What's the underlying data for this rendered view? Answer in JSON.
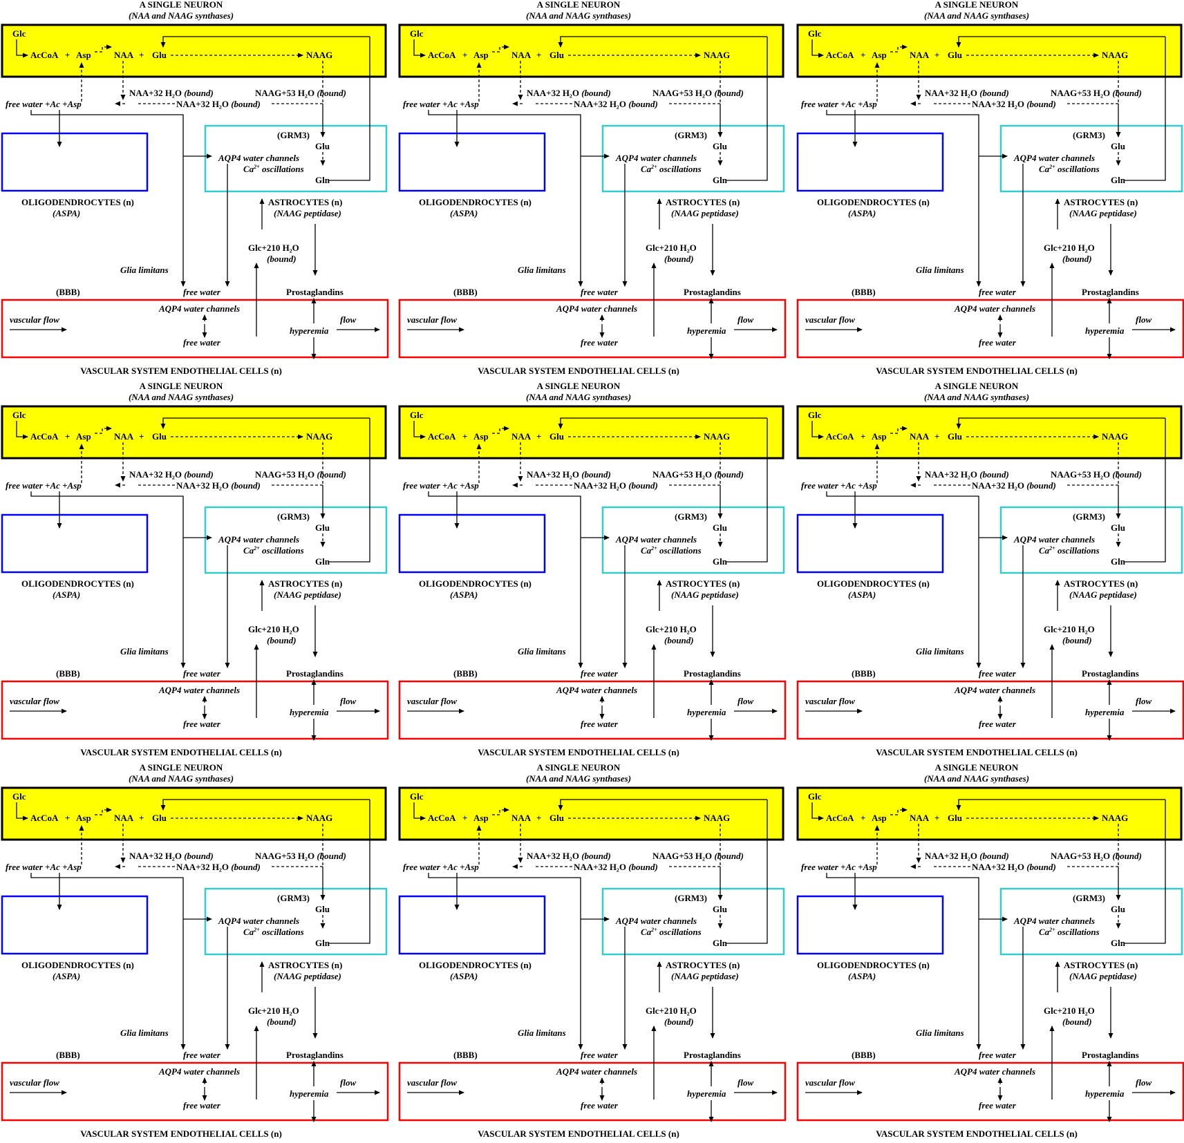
{
  "colors": {
    "neuron_fill": "#ffff00",
    "neuron_border": "#000000",
    "oligodendrocyte_border": "#0000ff",
    "astrocyte_border": "#33cccc",
    "vascular_border": "#ff0000",
    "line": "#000000"
  },
  "panel_count": 9,
  "labels": {
    "neuron_title": "A SINGLE NEURON",
    "neuron_subtitle": "(NAA and NAAG synthases)",
    "glc": "Glc",
    "acetyl_coa": "AcCoA",
    "plus": "+",
    "asp": "Asp",
    "naa": "NAA",
    "glu": "Glu",
    "naag": "NAAG",
    "naa_bound_1": "NAA+32 H₂O",
    "naa_bound_2": "NAA+32 H₂O",
    "bound_tag": "(bound)",
    "naag_bound": "NAAG+53 H₂O",
    "free_water_products": "free water +Ac +Asp",
    "grm3": "(GRM3)",
    "aqp4_astro": "AQP4 water channels",
    "ca_osc_pre": "Ca",
    "ca_osc_sup": "2+",
    "ca_osc_post": "oscillations",
    "gln": "Gln",
    "oligodendrocytes": "OLIGODENDROCYTES (n)",
    "aspa": "(ASPA)",
    "astrocytes": "ASTROCYTES (n)",
    "naag_peptidase": "(NAAG peptidase)",
    "glc_bound": "Glc+210 H₂O",
    "glia_limitans": "Glia limitans",
    "bbb": "(BBB)",
    "free_water": "free water",
    "prostaglandins": "Prostaglandins",
    "aqp4_vascular": "AQP4 water channels",
    "vascular_flow": "vascular flow",
    "flow": "flow",
    "hyperemia": "hyperemia",
    "vascular_cells": "VASCULAR SYSTEM ENDOTHELIAL CELLS (n)"
  }
}
